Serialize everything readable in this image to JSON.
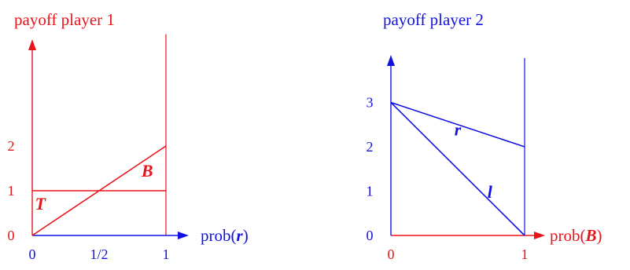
{
  "colors": {
    "red": "#e8141c",
    "blue": "#1212e0"
  },
  "chart_data": [
    {
      "type": "line",
      "title": "payoff player 1",
      "xlabel_prefix": "prob(",
      "xlabel_var": "r",
      "xlabel_suffix": ")",
      "xlim": [
        0,
        1
      ],
      "ylim": [
        0,
        4.5
      ],
      "x_ticks": [
        {
          "value": 0,
          "label": "0"
        },
        {
          "value": 0.5,
          "label": "1/2"
        },
        {
          "value": 1,
          "label": "1"
        }
      ],
      "y_ticks": [
        {
          "value": 0,
          "label": "0"
        },
        {
          "value": 1,
          "label": "1"
        },
        {
          "value": 2,
          "label": "2"
        }
      ],
      "series": [
        {
          "name": "T",
          "x": [
            0,
            1
          ],
          "y": [
            1,
            1
          ]
        },
        {
          "name": "B",
          "x": [
            0,
            1
          ],
          "y": [
            0,
            2
          ]
        }
      ],
      "y_axis_color": "red",
      "x_axis_color": "blue",
      "line_color": "red"
    },
    {
      "type": "line",
      "title": "payoff player 2",
      "xlabel_prefix": "prob(",
      "xlabel_var": "B",
      "xlabel_suffix": ")",
      "xlim": [
        0,
        1
      ],
      "ylim": [
        0,
        4
      ],
      "x_ticks": [
        {
          "value": 0,
          "label": "0"
        },
        {
          "value": 1,
          "label": "1"
        }
      ],
      "y_ticks": [
        {
          "value": 0,
          "label": "0"
        },
        {
          "value": 1,
          "label": "1"
        },
        {
          "value": 2,
          "label": "2"
        },
        {
          "value": 3,
          "label": "3"
        }
      ],
      "series": [
        {
          "name": "r",
          "x": [
            0,
            1
          ],
          "y": [
            3,
            2
          ]
        },
        {
          "name": "l",
          "x": [
            0,
            1
          ],
          "y": [
            3,
            0
          ]
        }
      ],
      "y_axis_color": "blue",
      "x_axis_color": "red",
      "line_color": "blue"
    }
  ]
}
